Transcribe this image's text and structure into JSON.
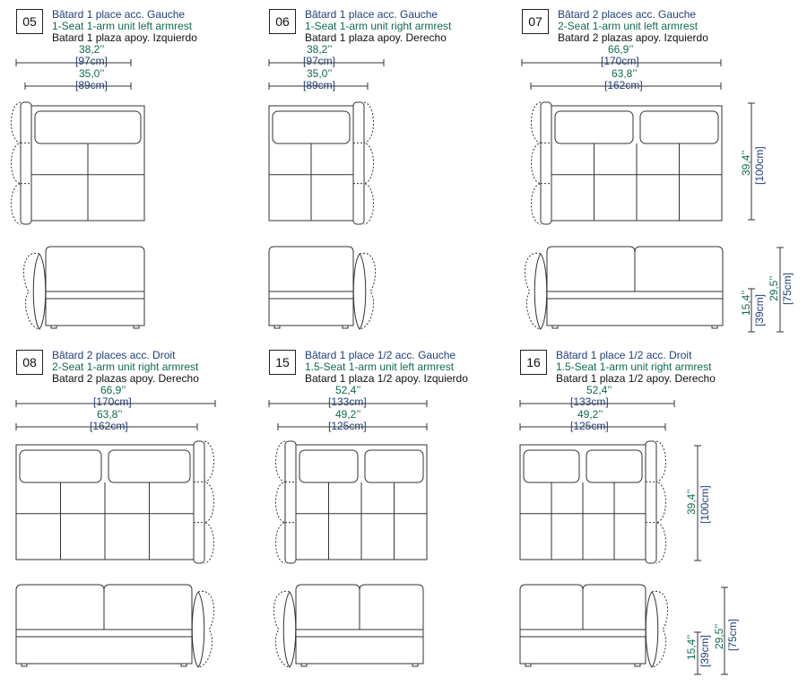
{
  "modules": [
    {
      "code": "05",
      "fr": "Bâtard 1 place acc. Gauche",
      "en": "1-Seat 1-arm unit left armrest",
      "es": "Batard 1 plaza apoy. Izquierdo",
      "width_in": "38,2’’",
      "width_cm": "[97cm]",
      "seat_in": "35,0’’",
      "seat_cm": "[89cm]"
    },
    {
      "code": "06",
      "fr": "Bâtard 1 place acc. Gauche",
      "en": "1-Seat 1-arm unit right armrest",
      "es": "Batard 1 plaza apoy. Derecho",
      "width_in": "38,2’’",
      "width_cm": "[97cm]",
      "seat_in": "35,0’’",
      "seat_cm": "[89cm]"
    },
    {
      "code": "07",
      "fr": "Bâtard 2 places acc. Gauche",
      "en": "2-Seat 1-arm unit left armrest",
      "es": "Batard 2 plazas apoy. Izquierdo",
      "width_in": "66,9’’",
      "width_cm": "[170cm]",
      "seat_in": "63,8’’",
      "seat_cm": "[162cm]"
    },
    {
      "code": "08",
      "fr": "Bâtard 2 places acc. Droit",
      "en": "2-Seat 1-arm unit right armrest",
      "es": "Batard 2 plazas apoy. Derecho",
      "width_in": "66,9’’",
      "width_cm": "[170cm]",
      "seat_in": "63,8’’",
      "seat_cm": "[162cm]"
    },
    {
      "code": "15",
      "fr": "Bâtard 1 place 1/2 acc. Gauche",
      "en": "1.5-Seat 1-arm unit left armrest",
      "es": "Batard 1 plaza 1/2 apoy. Izquierdo",
      "width_in": "52,4’’",
      "width_cm": "[133cm]",
      "seat_in": "49,2’’",
      "seat_cm": "[125cm]"
    },
    {
      "code": "16",
      "fr": "Bâtard 1 place 1/2 acc. Droit",
      "en": "1.5-Seat 1-arm unit right armrest",
      "es": "Batard 1 plaza 1/2 apoy. Derecho",
      "width_in": "52,4’’",
      "width_cm": "[133cm]",
      "seat_in": "49,2’’",
      "seat_cm": "[125cm]"
    }
  ],
  "side_dims": [
    {
      "depth_in": "39,4’’",
      "depth_cm": "[100cm]",
      "seat_h_in": "15,4’’",
      "seat_h_cm": "[39cm]",
      "height_in": "29,5’’",
      "height_cm": "[75cm]"
    },
    {
      "depth_in": "39,4’’",
      "depth_cm": "[100cm]",
      "seat_h_in": "15,4’’",
      "seat_h_cm": "[39cm]",
      "height_in": "29,5’’",
      "height_cm": "[75cm]"
    }
  ]
}
